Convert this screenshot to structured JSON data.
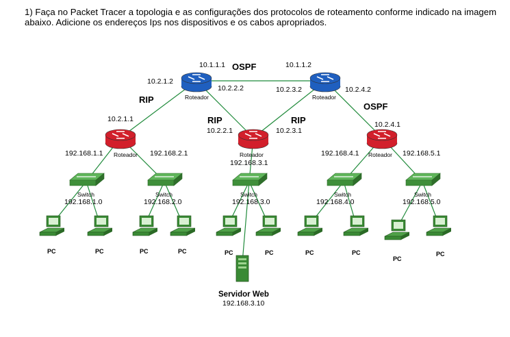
{
  "instructions": "1) Faça no Packet Tracer a topologia e as configurações dos protocolos de roteamento conforme indicado na imagem abaixo. Adicione os endereços Ips nos dispositivos e os cabos apropriados.",
  "colors": {
    "router_blue": "#1f5fbf",
    "router_red": "#d21f2b",
    "switch_green": "#3f8f3a",
    "pc_green": "#3a8a35",
    "cable": "#1f8a3a"
  },
  "protocol_labels": {
    "ospf_top": "OSPF",
    "ospf_right": "OSPF",
    "rip_left": "RIP",
    "rip_mid_left": "RIP",
    "rip_mid_right": "RIP"
  },
  "routers": {
    "top_left": {
      "label": "Roteador",
      "color": "blue"
    },
    "top_right": {
      "label": "Roteador",
      "color": "blue"
    },
    "left": {
      "label": "Roteador",
      "color": "red"
    },
    "middle": {
      "label": "Roteador",
      "color": "red"
    },
    "right": {
      "label": "Roteador",
      "color": "red"
    }
  },
  "ip_labels": {
    "tl_top": "10.1.1.1",
    "tr_top": "10.1.1.2",
    "tl_left": "10.2.1.2",
    "tl_right": "10.2.2.2",
    "tr_left": "10.2.3.2",
    "tr_right": "10.2.4.2",
    "left_top": "10.2.1.1",
    "mid_left": "10.2.2.1",
    "mid_right": "10.2.3.1",
    "right_top": "10.2.4.1",
    "left_l": "192.168.1.1",
    "left_r": "192.168.2.1",
    "mid_bottom": "192.168.3.1",
    "right_l": "192.168.4.1",
    "right_r": "192.168.5.1"
  },
  "switches": [
    {
      "label": "Switch",
      "network": "192.168.1.0"
    },
    {
      "label": "Switch",
      "network": "192.168.2.0"
    },
    {
      "label": "Switch",
      "network": "192.168.3.0"
    },
    {
      "label": "Switch",
      "network": "192.168.4.0"
    },
    {
      "label": "Switch",
      "network": "192.168.5.0"
    }
  ],
  "pc_label": "PC",
  "server": {
    "name": "Servidor Web",
    "ip": "192.168.3.10"
  }
}
